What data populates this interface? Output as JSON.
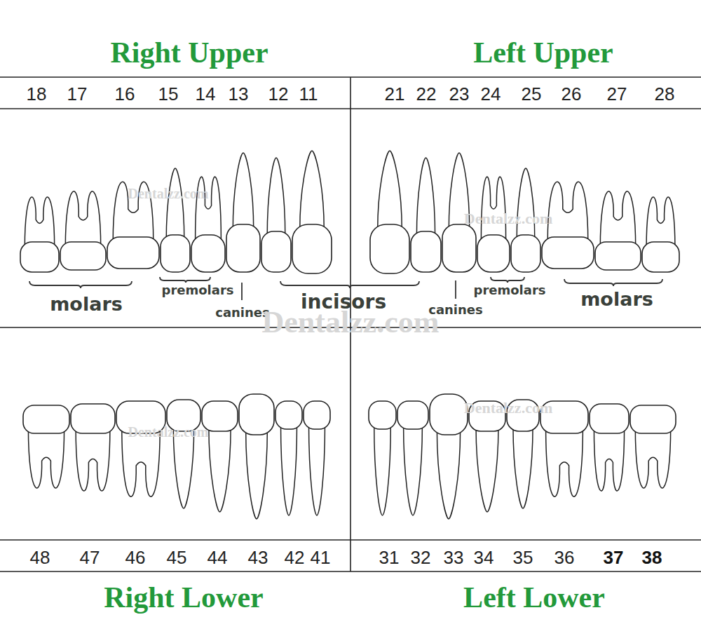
{
  "diagram": {
    "labels": [
      "Right Upper",
      "Left Upper",
      "Right Lower",
      "Left Lower",
      "18",
      "17",
      "16",
      "15",
      "14",
      "13",
      "12",
      "11",
      "21",
      "22",
      "23",
      "24",
      "25",
      "26",
      "27",
      "28",
      "48",
      "47",
      "46",
      "45",
      "44",
      "43",
      "42",
      "41",
      "31",
      "32",
      "33",
      "34",
      "35",
      "36",
      "37",
      "38",
      "molars",
      "premolars",
      "canines",
      "incisors",
      "canines",
      "premolars",
      "molars",
      "Dentalzz.com",
      "Dentalzz.com",
      "Dentalzz.com",
      "Dentalzz.com",
      "Dentalzz.com"
    ]
  }
}
